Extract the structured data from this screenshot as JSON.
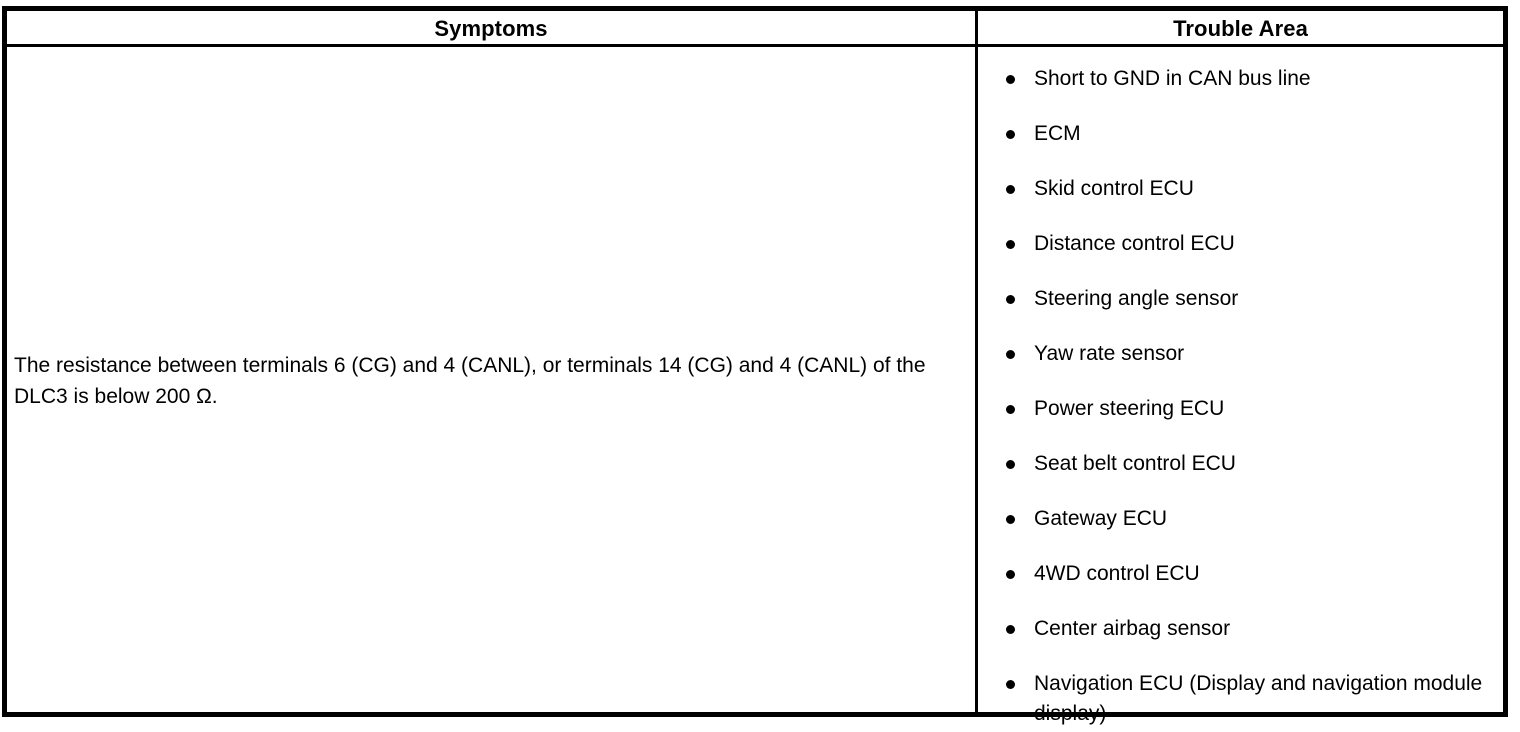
{
  "table": {
    "headers": {
      "symptoms": "Symptoms",
      "trouble_area": "Trouble Area"
    },
    "row": {
      "symptom_text": "The resistance between terminals 6 (CG) and 4 (CANL), or terminals 14 (CG) and 4 (CANL) of the DLC3 is below 200 Ω.",
      "trouble_area_items": [
        "Short to GND in CAN bus line",
        "ECM",
        "Skid control ECU",
        "Distance control ECU",
        "Steering angle sensor",
        "Yaw rate sensor",
        "Power steering ECU",
        "Seat belt control ECU",
        "Gateway ECU",
        "4WD control ECU",
        "Center airbag sensor",
        "Navigation ECU (Display and navigation module display)"
      ]
    }
  },
  "colors": {
    "border": "#000000",
    "text": "#000000",
    "background": "#ffffff"
  }
}
